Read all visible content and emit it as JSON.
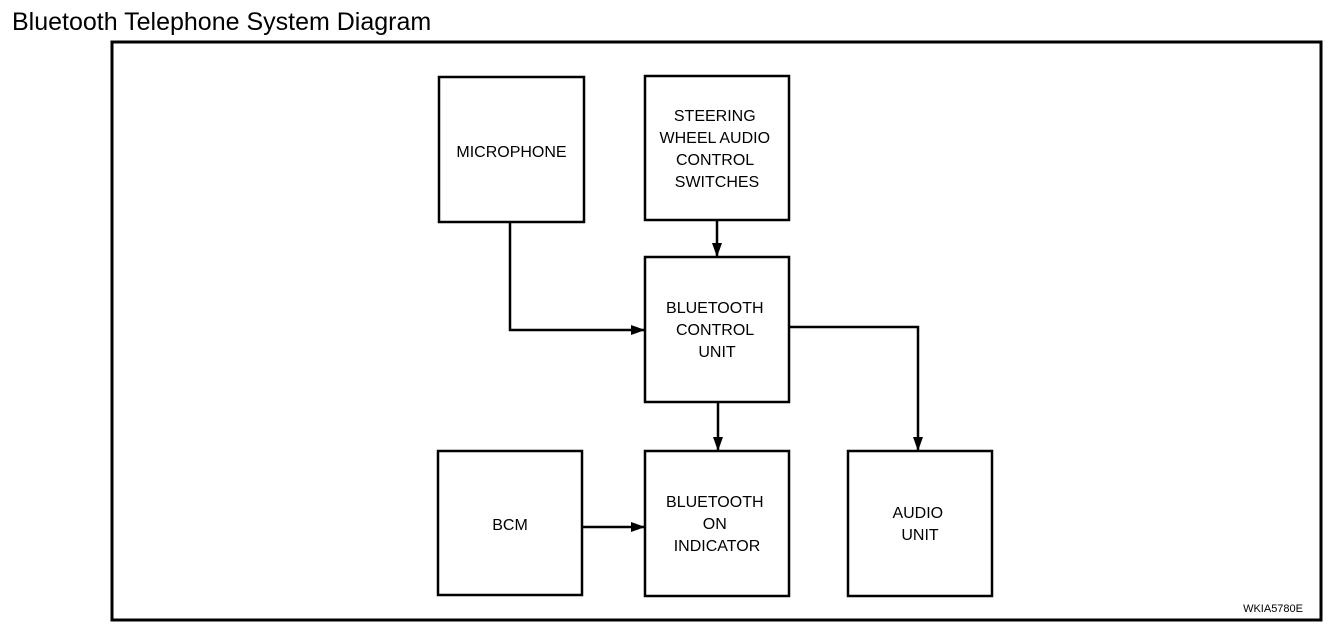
{
  "title": "Bluetooth Telephone System Diagram",
  "figure_code": "WKIA5780E",
  "blocks": {
    "microphone": {
      "lines": [
        "MICROPHONE"
      ]
    },
    "steering": {
      "lines": [
        "STEERING",
        "WHEEL AUDIO",
        "CONTROL",
        "SWITCHES"
      ]
    },
    "btcu": {
      "lines": [
        "BLUETOOTH",
        "CONTROL",
        "UNIT"
      ]
    },
    "bcm": {
      "lines": [
        "BCM"
      ]
    },
    "indicator": {
      "lines": [
        "BLUETOOTH",
        "ON",
        "INDICATOR"
      ]
    },
    "audio": {
      "lines": [
        "AUDIO",
        "UNIT"
      ]
    }
  },
  "connections": [
    {
      "from": "steering",
      "to": "btcu"
    },
    {
      "from": "microphone",
      "to": "btcu"
    },
    {
      "from": "btcu",
      "to": "indicator"
    },
    {
      "from": "btcu",
      "to": "audio"
    },
    {
      "from": "bcm",
      "to": "indicator"
    }
  ]
}
